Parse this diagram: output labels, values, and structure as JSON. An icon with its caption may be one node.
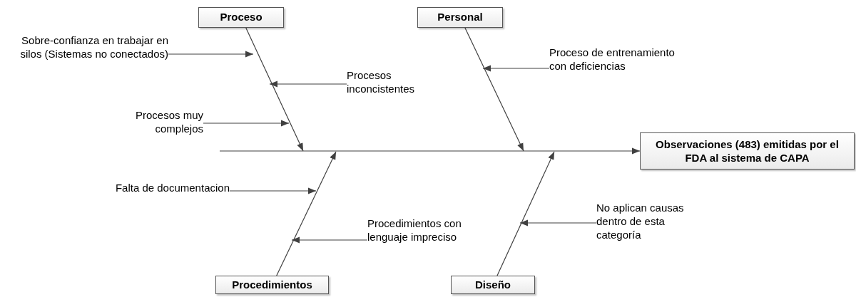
{
  "diagram": {
    "nodes": [
      {
        "text": [
          "Proceso"
        ]
      },
      {
        "text": [
          "Personal"
        ]
      },
      {
        "text": [
          "Observaciones (483) emitidas por el FDA al sistema de CAPA"
        ]
      },
      {
        "text": [
          "Procedimientos"
        ]
      },
      {
        "text": [
          "Diseño"
        ]
      },
      {
        "text": [
          "Sobre-confianza en trabajar en silos (Sistemas no conectados)"
        ]
      },
      {
        "text": [
          "Procesos inconcistentes"
        ]
      },
      {
        "text": [
          "Procesos muy complejos"
        ]
      },
      {
        "text": [
          "Proceso de entrenamiento con deficiencias"
        ]
      },
      {
        "text": [
          "Falta de documentacion"
        ]
      },
      {
        "text": [
          "Procedimientos con lenguaje impreciso"
        ]
      },
      {
        "text": [
          "No aplican causas dentro de esta categoría"
        ]
      }
    ],
    "edges": [
      {
        "from": null,
        "to": 2,
        "arrow": "to"
      },
      {
        "from": 0,
        "to": null,
        "arrow": "to"
      },
      {
        "from": 1,
        "to": null,
        "arrow": "to"
      },
      {
        "from": 3,
        "to": null,
        "arrow": "to"
      },
      {
        "from": 4,
        "to": null,
        "arrow": "to"
      },
      {
        "from": 5,
        "to": null,
        "arrow": "to"
      },
      {
        "from": 6,
        "to": null,
        "arrow": "to"
      },
      {
        "from": 7,
        "to": null,
        "arrow": "to"
      },
      {
        "from": 8,
        "to": null,
        "arrow": "to"
      },
      {
        "from": 9,
        "to": null,
        "arrow": "to"
      },
      {
        "from": 10,
        "to": null,
        "arrow": "to"
      },
      {
        "from": 11,
        "to": null,
        "arrow": "to"
      }
    ]
  }
}
